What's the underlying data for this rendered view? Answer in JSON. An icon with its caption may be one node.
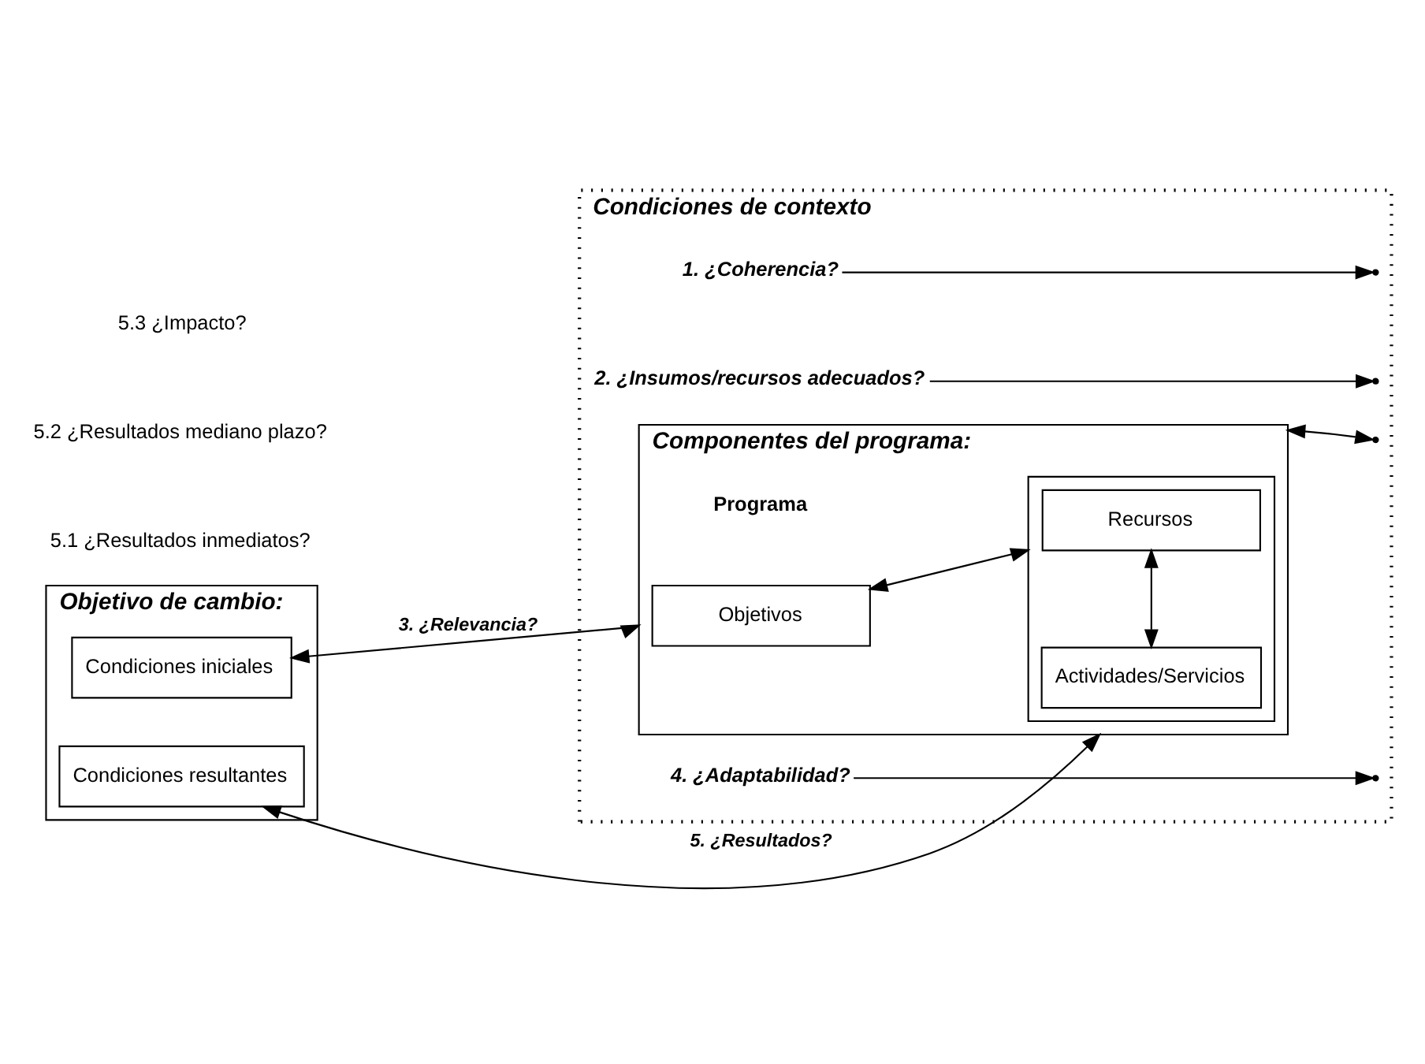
{
  "diagram": {
    "nodes": [
      {
        "text": [
          "Condiciones de contexto"
        ]
      },
      {
        "text": [
          "Objetivo de cambio:"
        ]
      },
      {
        "text": [
          "Condiciones iniciales"
        ],
        "in": 1
      },
      {
        "text": [
          "Condiciones resultantes"
        ],
        "in": 1
      },
      {
        "text": [
          "Componentes del programa:"
        ],
        "in": 0,
        "beside": [
          "Programa"
        ]
      },
      {
        "text": [
          "Objetivos"
        ],
        "in": 4
      },
      {
        "text": [],
        "shape": "box",
        "in": 4
      },
      {
        "text": [
          "Recursos"
        ],
        "in": 6
      },
      {
        "text": [
          "Actividades/Servicios"
        ],
        "in": 6
      },
      {
        "text": [
          "1. ¿Coherencia?"
        ],
        "in": 0
      },
      {
        "text": [
          "2. ¿Insumos/recursos adecuados?"
        ],
        "in": 0
      },
      {
        "text": [
          "4. ¿Adaptabilidad?"
        ],
        "in": 0
      }
    ],
    "edges": [
      {
        "from": 2,
        "to": 4,
        "arrow": "both",
        "label": "3. ¿Relevancia?"
      },
      {
        "from": 5,
        "to": 6,
        "arrow": "both"
      },
      {
        "from": 9,
        "to": null,
        "arrow": "to"
      },
      {
        "from": 7,
        "to": 8,
        "arrow": "both"
      },
      {
        "from": 10,
        "to": null,
        "arrow": "to"
      },
      {
        "from": 3,
        "to": 4,
        "arrow": "both",
        "label": "5. ¿Resultados?"
      },
      {
        "from": 4,
        "to": null,
        "arrow": "both"
      },
      {
        "from": 11,
        "to": null,
        "arrow": "to"
      }
    ],
    "labels": [
      "5.1 ¿Resultados inmediatos?",
      "5.2 ¿Resultados mediano plazo?",
      "5.3 ¿Impacto?"
    ]
  }
}
